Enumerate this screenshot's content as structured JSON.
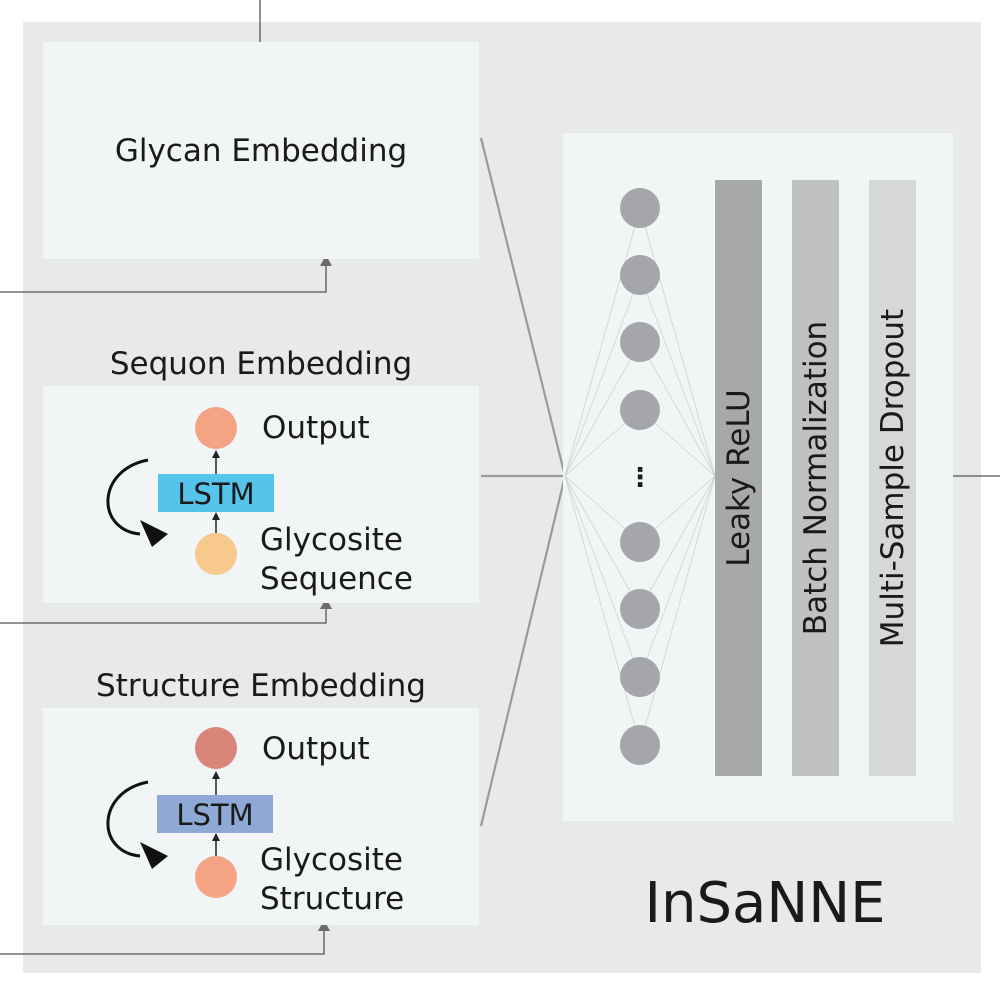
{
  "glycan": {
    "title": "Glycan Embedding"
  },
  "sequon": {
    "title": "Sequon Embedding",
    "output_label": "Output",
    "lstm_label": "LSTM",
    "input_label_line1": "Glycosite",
    "input_label_line2": "Sequence"
  },
  "structure": {
    "title": "Structure Embedding",
    "output_label": "Output",
    "lstm_label": "LSTM",
    "input_label_line1": "Glycosite",
    "input_label_line2": "Structure"
  },
  "network": {
    "ellipsis": "⋮",
    "layers": [
      "Leaky ReLU",
      "Batch Normalization",
      "Multi-Sample Dropout"
    ]
  },
  "model_name": "InSaNNE",
  "colors": {
    "outer_panel": "#e7e9ea",
    "inner_box": "#f2f5f6",
    "node": "#a4a6a9",
    "sequon_output": "#f4a384",
    "sequon_input": "#f8c98c",
    "structure_output": "#d9857a",
    "structure_input": "#f4a384",
    "lstm_sequon": "#56c3ea",
    "lstm_structure": "#8fa9d6",
    "layer_relu": "#a6a8aa",
    "layer_bn": "#bfc1c3",
    "layer_dropout": "#d5d7d8"
  }
}
